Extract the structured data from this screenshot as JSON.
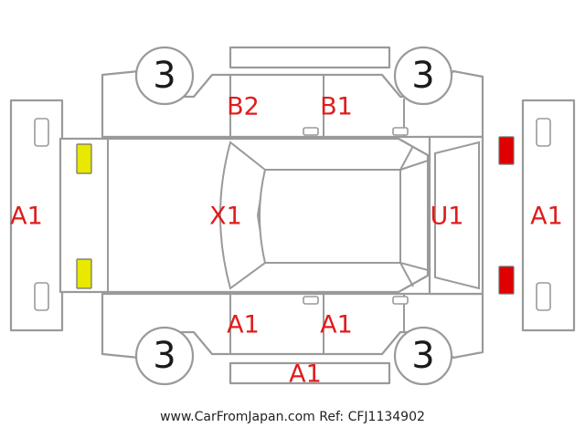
{
  "panel_codes": {
    "front_bumper": "A1",
    "rear_bumper": "A1",
    "roof": "X1",
    "back_door": "U1",
    "left_rear_door": "B2",
    "left_front_door": "B1",
    "right_rear_door": "A1",
    "right_front_door": "A1",
    "right_sill": "A1"
  },
  "wheels": {
    "top_left": "3",
    "top_right": "3",
    "bottom_left": "3",
    "bottom_right": "3"
  },
  "lamp_colors": {
    "front": "#e8e800",
    "rear": "#e00000",
    "label_red": "#e01b1b"
  },
  "footer": {
    "text": "www.CarFromJapan.com Ref: CFJ1134902"
  }
}
